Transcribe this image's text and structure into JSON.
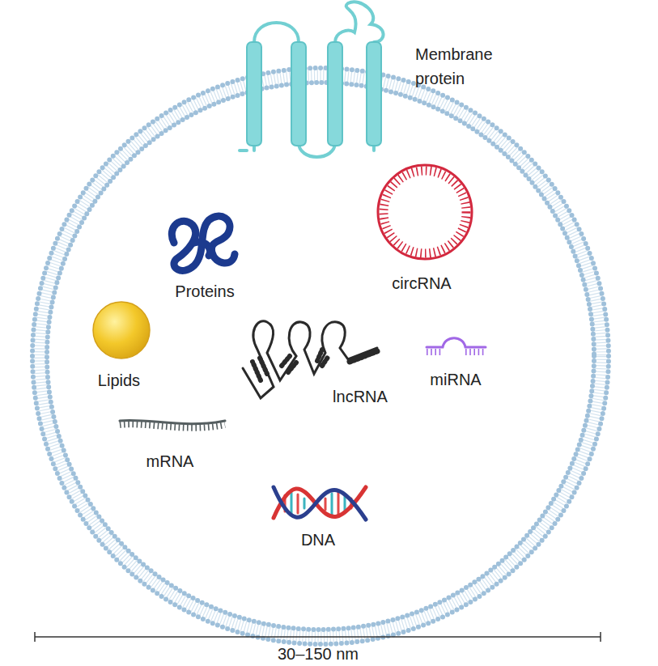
{
  "diagram": {
    "labels": [
      "Membrane protein",
      "Proteins",
      "circRNA",
      "Lipids",
      "lncRNA",
      "miRNA",
      "mRNA",
      "DNA",
      "30–150 nm"
    ]
  }
}
